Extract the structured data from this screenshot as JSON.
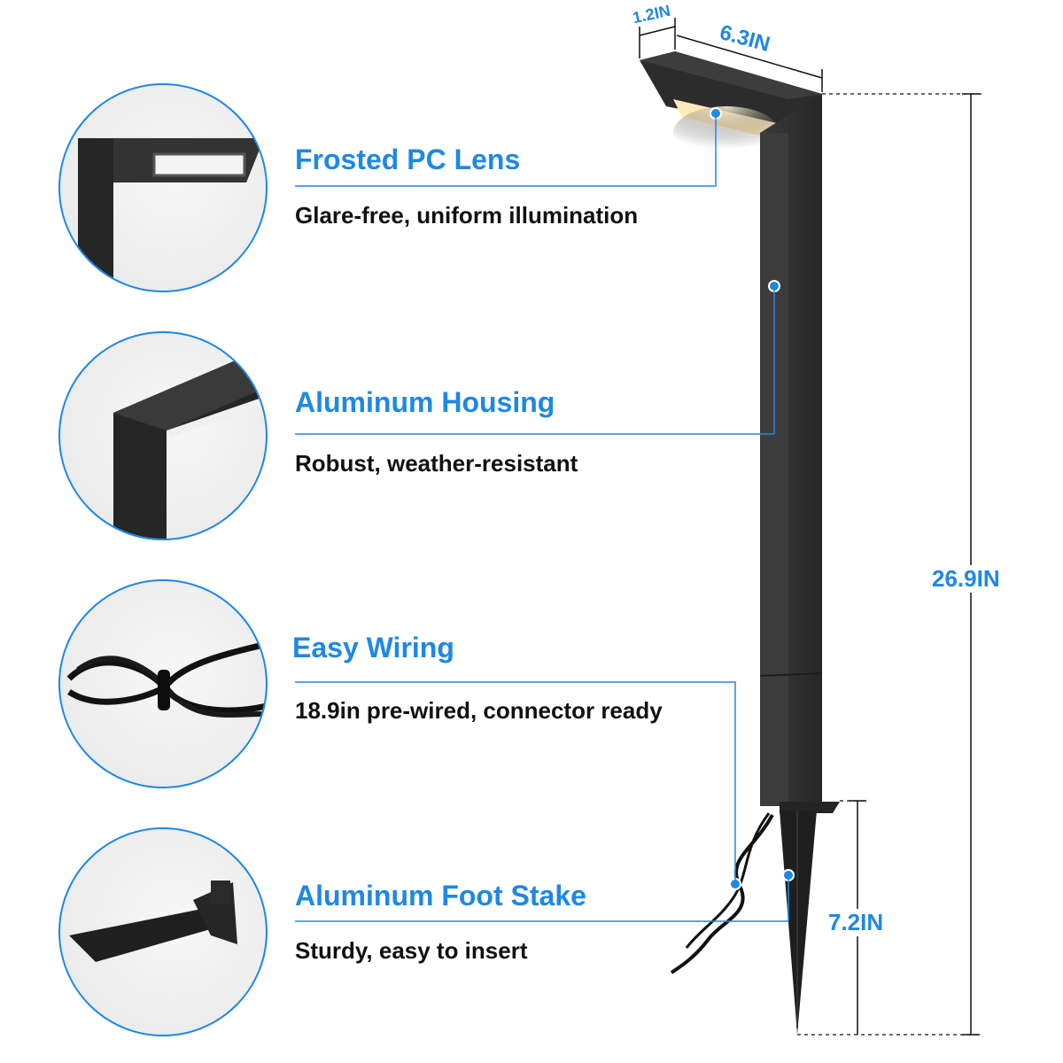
{
  "colors": {
    "accent": "#1e88e5",
    "text": "#111111",
    "product": "#2e2e2e",
    "light": "#fff3d6"
  },
  "features": [
    {
      "title": "Frosted PC Lens",
      "description": "Glare-free, uniform illumination",
      "image": "lens-closeup"
    },
    {
      "title": "Aluminum Housing",
      "description": "Robust, weather-resistant",
      "image": "housing-closeup"
    },
    {
      "title": "Easy Wiring",
      "description": "18.9in pre-wired, connector ready",
      "image": "coiled-wire"
    },
    {
      "title": "Aluminum Foot Stake",
      "description": "Sturdy, easy to insert",
      "image": "ground-stake"
    }
  ],
  "dimensions": {
    "head_depth": "1.2IN",
    "head_length": "6.3IN",
    "total_height": "26.9IN",
    "stake_height": "7.2IN"
  }
}
